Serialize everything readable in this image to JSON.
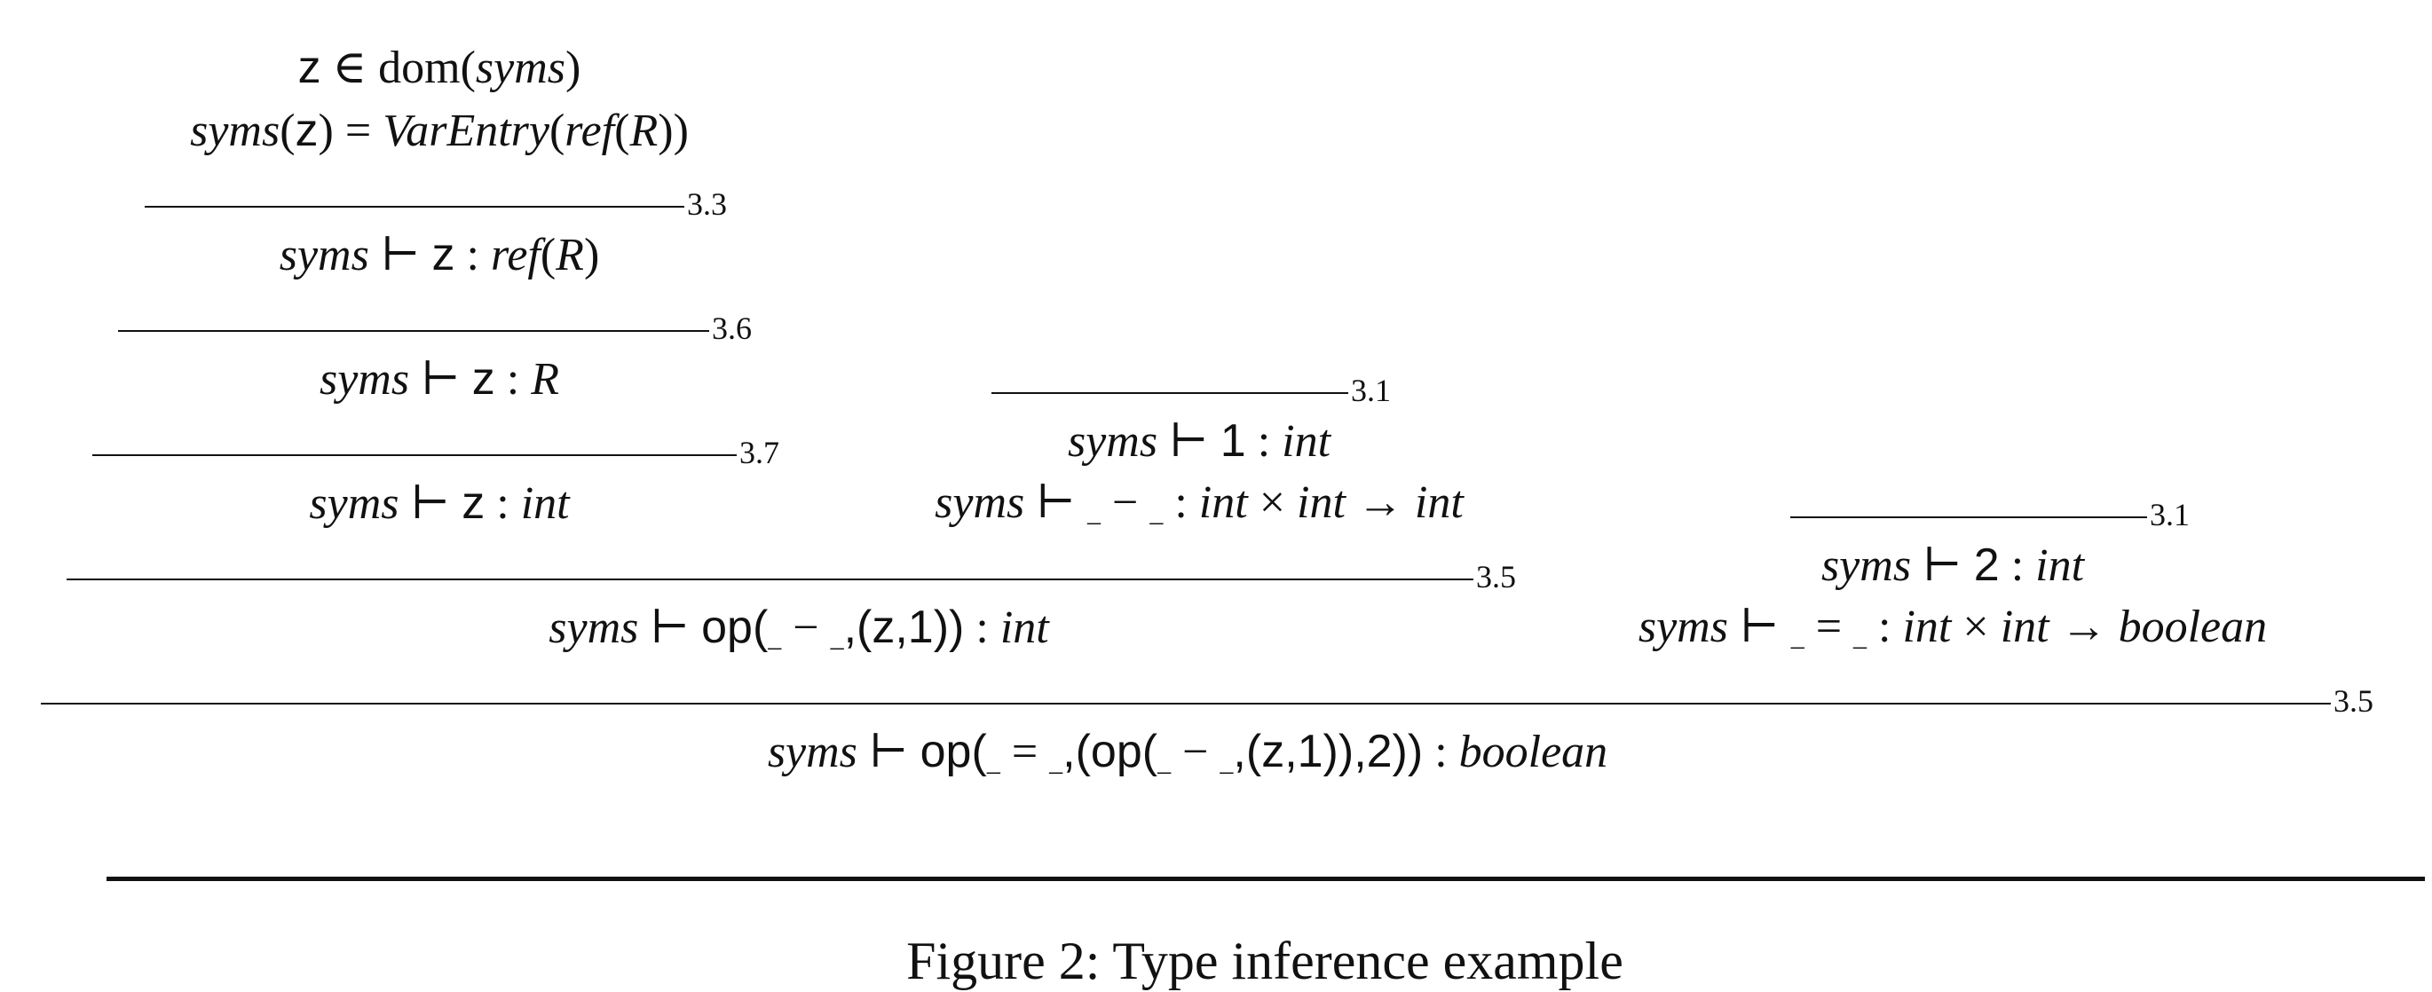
{
  "symbols": {
    "syms": "syms",
    "z": "z",
    "one": "1",
    "two": "2",
    "turnstile": "⊢",
    "colon": ":",
    "elem": "∈",
    "eq": "=",
    "minus": "−",
    "hole": "_",
    "times": "×",
    "arrow": "→",
    "dom": "dom",
    "op": "op",
    "ref": "ref",
    "R": "R",
    "VarEntry": "VarEntry",
    "int": "int",
    "boolean": "boolean",
    "lpar": "(",
    "rpar": ")",
    "comma": ",",
    "op_minus_args": "(z,1))",
    "op_eq_args_inner": "(z,1)),2))"
  },
  "rule_labels": {
    "r33": "3.3",
    "r36": "3.6",
    "r37": "3.7",
    "r31a": "3.1",
    "r31b": "3.1",
    "r35a": "3.5",
    "r35b": "3.5"
  },
  "caption": "Figure 2: Type inference example"
}
